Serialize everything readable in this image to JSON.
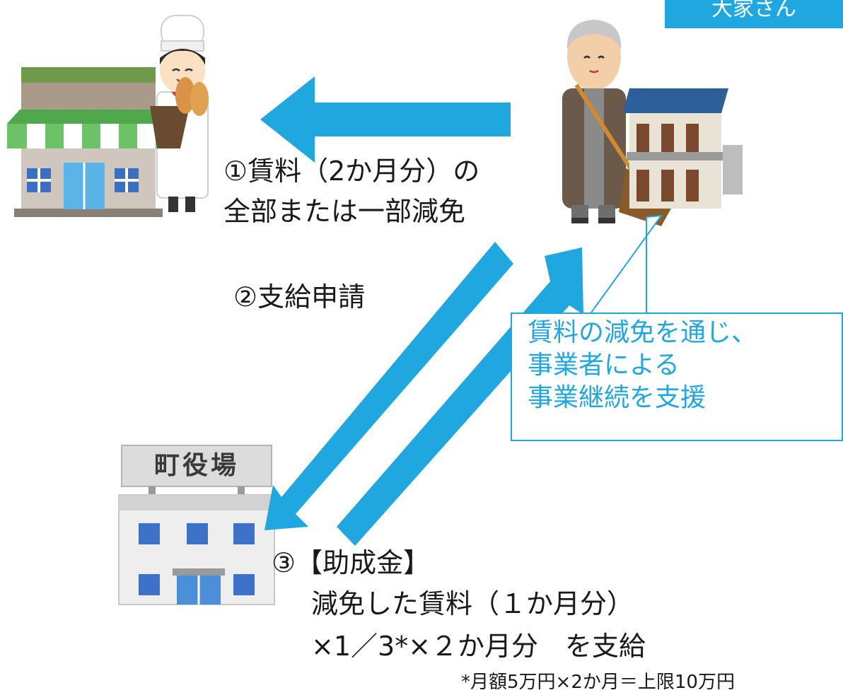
{
  "landlord_tag": "大家さん",
  "town_hall_sign": "町役場",
  "step1": {
    "line1": "①賃料（2か月分）の",
    "line2": "全部または一部減免"
  },
  "step2": "②支給申請",
  "step3": {
    "line1": "③【助成金】",
    "line2": "減免した賃料（１か月分）",
    "line3": "×1／3*×２か月分　を支給"
  },
  "callout": {
    "line1": "賃料の減免を通じ、",
    "line2": "事業者による",
    "line3": "事業継続を支援"
  },
  "footnote": "*月額5万円×2か月＝上限10万円",
  "colors": {
    "arrow": "#21a7e0",
    "tag_bg": "#21a7e0",
    "callout_text": "#21a7e0"
  },
  "icons": [
    "bakery-shop-icon",
    "baker-chef-icon",
    "landlord-old-man-icon",
    "apartment-building-icon",
    "town-hall-building-icon"
  ]
}
